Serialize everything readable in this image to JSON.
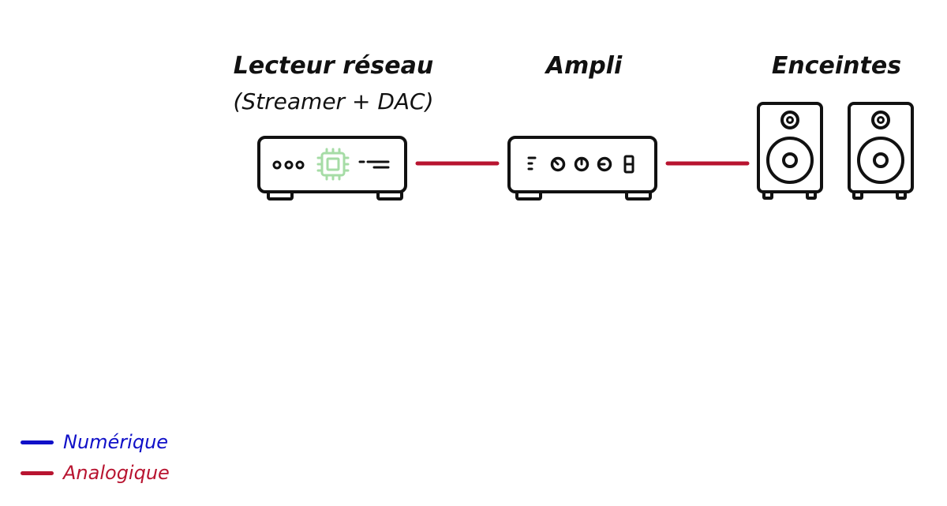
{
  "devices": {
    "streamer": {
      "title": "Lecteur réseau",
      "subtitle": "(Streamer + DAC)",
      "icon": "network-player-icon"
    },
    "amplifier": {
      "title": "Ampli",
      "icon": "amplifier-icon"
    },
    "speakers": {
      "title": "Enceintes",
      "icon": "speakers-icon"
    }
  },
  "connections": [
    {
      "from": "streamer",
      "to": "amplifier",
      "type": "Analogique"
    },
    {
      "from": "amplifier",
      "to": "speakers",
      "type": "Analogique"
    }
  ],
  "legend": [
    {
      "label": "Numérique",
      "color": "#1010c8"
    },
    {
      "label": "Analogique",
      "color": "#b81430"
    }
  ],
  "colors": {
    "outline": "#111111",
    "chip": "#a6dca6"
  }
}
